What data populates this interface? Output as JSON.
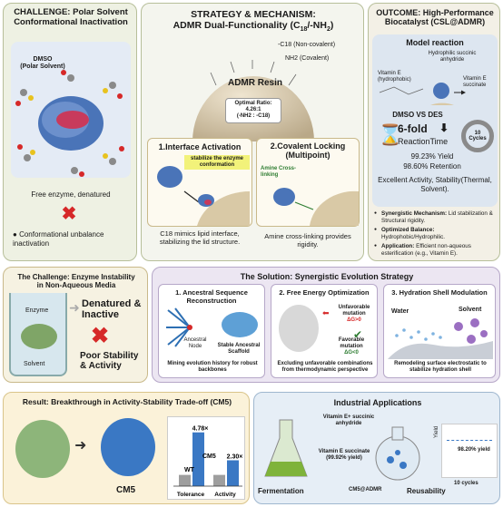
{
  "top_left": {
    "title_line1": "CHALLENGE: Polar Solvent",
    "title_line2": "Conformational Inactivation",
    "dmso_label": "DMSO",
    "dmso_sub": "(Polar Solvent)",
    "caption": "Free enzyme, denatured",
    "bullet": "Conformational unbalance inactivation"
  },
  "top_mid": {
    "title_line1": "STRATEGY & MECHANISM:",
    "title_line2": "ADMR Dual-Functionality (C",
    "title_sub1": "18",
    "title_mid": "/-NH",
    "title_sub2": "2",
    "title_end": ")",
    "c18_label": "-C18 (Non-covalent)",
    "nh2_label": "NH2 (Covalent)",
    "resin_label": "ADMR Resin",
    "ratio_title": "Optimal Ratio:",
    "ratio_value": "4.26:1",
    "ratio_sub": "(-NH2 : -C18)",
    "step1_title": "1.Interface Activation",
    "step1_note": "stabilize the enzyme conformation",
    "step1_caption": "C18 mimics lipid interface, stabilizing the lid structure.",
    "step2_title": "2.Covalent Locking (Multipoint)",
    "step2_note": "Amine Cross-linking",
    "step2_caption": "Amine cross-linking provides rigidity."
  },
  "top_right": {
    "title_line1": "OUTCOME: High-Performance",
    "title_line2": "Biocatalyst (CSL@ADMR)",
    "model_reaction": "Model reaction",
    "succinic": "Hydrophilic succinic anhydride",
    "vit_e": "Vitamin E (hydrophobic)",
    "vit_e_succ": "Vitamin E succinate",
    "dmso_des": "DMSO VS DES",
    "fold": "6-fold",
    "reaction_time": "ReactionTime",
    "cycles": "10 Cycles",
    "yield": "99.23% Yield",
    "retention": "98.60% Retention",
    "excellent": "Excellent Activity, Stability(Thermal, Solvent).",
    "bullets": [
      {
        "b": "Synergistic Mechanism:",
        "t": " Lid stabilization & Structural rigidity."
      },
      {
        "b": "Optimized Balance:",
        "t": " Hydrophobic/Hydrophilic."
      },
      {
        "b": "Application:",
        "t": " Efficient non-aqueous esterification (e.g., Vitamin E)."
      }
    ]
  },
  "mid_left": {
    "title_line1": "The Challenge: Enzyme Instability",
    "title_line2": "in Non-Aqueous Media",
    "enzyme": "Enzyme",
    "solvent": "Solvent",
    "denatured": "Denatured & Inactive",
    "poor": "Poor Stability & Activity"
  },
  "mid_right": {
    "title": "The Solution: Synergistic Evolution Strategy",
    "s1_title": "1. Ancestral Sequence Reconstruction",
    "s1_node": "Ancestral Node",
    "s1_scaffold": "Stable Ancestral Scaffold",
    "s1_caption": "Mining evolution history for robust backbones",
    "s2_title": "2. Free Energy Optimization",
    "s2_unfav": "Unfavorable mutation",
    "s2_unfav_dg": "ΔG>0",
    "s2_fav": "Favorable mutation",
    "s2_fav_dg": "ΔG<0",
    "s2_caption": "Excluding unfavorable combinations from thermodynamic perspective",
    "s3_title": "3. Hydration Shell Modulation",
    "s3_water": "Water",
    "s3_solvent": "Solvent",
    "s3_caption": "Remodeling surface electrostatic to stabilize hydration shell"
  },
  "bottom_left": {
    "title": "Result: Breakthrough in Activity-Stability Trade-off (CM5)",
    "cm5_label": "CM5"
  },
  "chart_data": {
    "type": "bar",
    "categories": [
      "Tolerance",
      "Activity"
    ],
    "series": [
      {
        "name": "WT",
        "values": [
          1.0,
          1.0
        ],
        "color": "#9e9e9e"
      },
      {
        "name": "CM5",
        "values": [
          4.78,
          2.3
        ],
        "color": "#3a78c4"
      }
    ],
    "data_labels": [
      "4.78×",
      "2.30×"
    ],
    "ylim": [
      0,
      5
    ]
  },
  "bottom_right": {
    "title": "Industrial Applications",
    "fermentation": "Fermentation",
    "reactants": "Vitamin E+ succinic anhydride",
    "product": "Vitamin E succinate (99.92% yield)",
    "catalyst": "CM5@ADMR",
    "reusability": "Reusability",
    "yield_axis": "Yield",
    "yield_value": "98.20% yield",
    "cycles_axis": "10 cycles"
  },
  "colors": {
    "top_left_bg": "#eef1e3",
    "top_mid_bg": "#f4f5ee",
    "top_right_bg": "#f3f0e6",
    "mid_left_bg": "#f6f2e2",
    "mid_right_bg": "#ece6f2",
    "bottom_left_bg": "#fbf2d9",
    "bottom_right_bg": "#e6eef6",
    "accent_red": "#d62828",
    "accent_blue": "#3a78c4"
  }
}
